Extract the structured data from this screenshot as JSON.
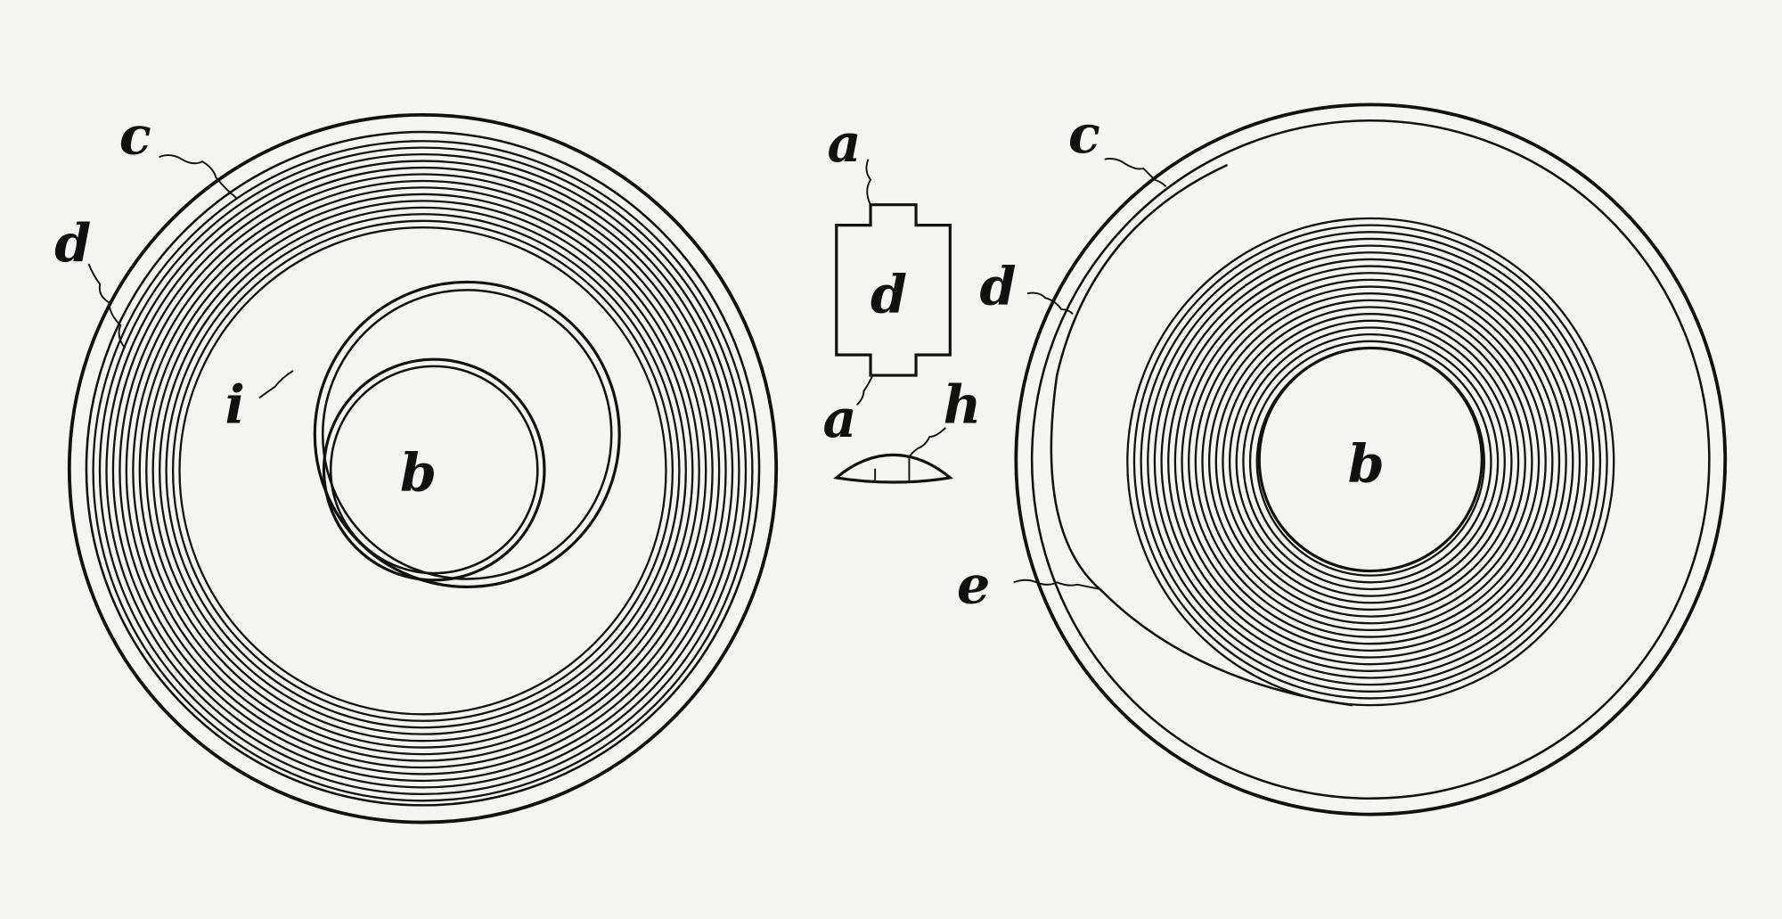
{
  "figure": {
    "labels": {
      "left_c": "c",
      "left_d": "d",
      "left_i": "i",
      "left_b": "b",
      "mid_a_top": "a",
      "mid_d": "d",
      "mid_a_bottom": "a",
      "mid_h": "h",
      "right_c": "c",
      "right_d": "d",
      "right_e": "e",
      "right_b": "b"
    },
    "left_spring_coils": 14,
    "right_spring_coils": 20,
    "colors": {
      "ink": "#111111",
      "paper": "#f4f4f2"
    }
  }
}
